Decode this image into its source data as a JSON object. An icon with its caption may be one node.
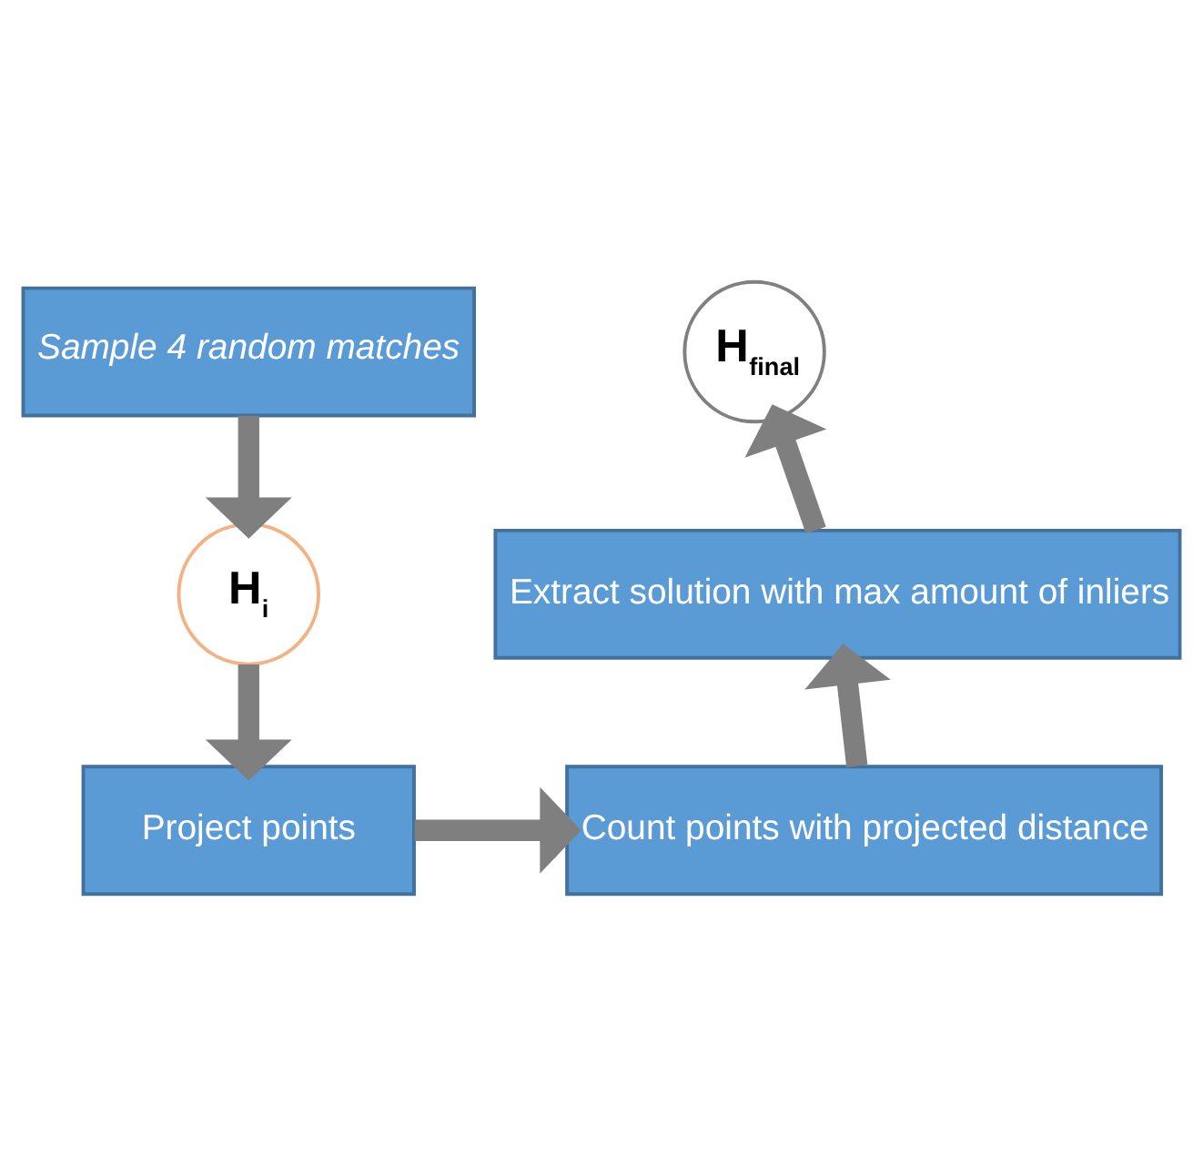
{
  "diagram": {
    "nodes": [
      {
        "text": [
          "Sample 4 random matches"
        ]
      },
      {
        "text": [
          "H$_{i}$"
        ]
      },
      {
        "text": [
          "Project points"
        ]
      },
      {
        "text": [
          "Count points with projected distance"
        ]
      },
      {
        "text": [
          "Extract solution with max amount of inliers"
        ]
      },
      {
        "text": [
          "H$_{final}$"
        ]
      }
    ],
    "edges": [
      {
        "from": 0,
        "to": 1,
        "arrow": "to"
      },
      {
        "from": 1,
        "to": 2,
        "arrow": "to"
      },
      {
        "from": 2,
        "to": 3,
        "arrow": "to"
      },
      {
        "from": 3,
        "to": 4,
        "arrow": "to"
      },
      {
        "from": 4,
        "to": 5,
        "arrow": "to"
      }
    ]
  }
}
